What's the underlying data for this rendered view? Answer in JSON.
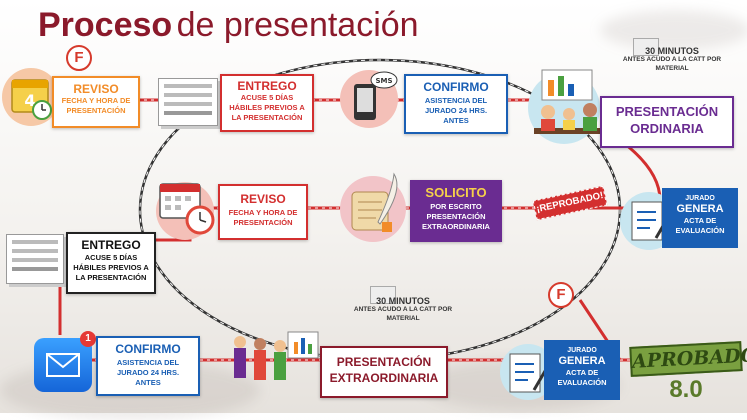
{
  "title": {
    "part1": "Proceso",
    "part2": "de presentación"
  },
  "steps": {
    "reviso1": {
      "title": "REVISO",
      "text": "FECHA Y HORA DE PRESENTACIÓN"
    },
    "entrego1": {
      "title": "ENTREGO",
      "text": "ACUSE 5 DÍAS HÁBILES PREVIOS A LA PRESENTACIÓN"
    },
    "confirmo1": {
      "title": "CONFIRMO",
      "text": "ASISTENCIA DEL JURADO 24 HRS. ANTES"
    },
    "ordinaria": {
      "title": "PRESENTACIÓN ORDINARIA"
    },
    "reviso2": {
      "title": "REVISO",
      "text": "FECHA Y HORA DE PRESENTACIÓN"
    },
    "solicito": {
      "title": "SOLICITO",
      "text": "POR ESCRITO PRESENTACIÓN EXTRAORDINARIA"
    },
    "entrego2": {
      "title": "ENTREGO",
      "text": "ACUSE 5 DÍAS HÁBILES PREVIOS A LA PRESENTACIÓN"
    },
    "confirmo2": {
      "title": "CONFIRMO",
      "text": "ASISTENCIA DEL JURADO 24 HRS. ANTES"
    },
    "extraordinaria": {
      "title": "PRESENTACIÓN EXTRAORDINARIA"
    }
  },
  "jurado1": {
    "label": "JURADO",
    "action": "GENERA",
    "text": "ACTA DE EVALUACIÓN"
  },
  "jurado2": {
    "label": "JURADO",
    "action": "GENERA",
    "text": "ACTA DE EVALUACIÓN"
  },
  "note1": {
    "time": "30 MINUTOS",
    "text": "ANTES ACUDO A LA CATT POR MATERIAL"
  },
  "note2": {
    "time": "30 MINUTOS",
    "text": "ANTES ACUDO A LA CATT POR MATERIAL"
  },
  "reprobado": "¡REPROBADO!",
  "aprobado": {
    "word": "APROBADO",
    "grade": "8.0"
  },
  "fail_marks": [
    "F",
    "F"
  ],
  "sms": "SMS",
  "mail_badge": "1",
  "colors": {
    "title": "#8b1a2b",
    "red": "#d32f2f",
    "orange": "#f28c28",
    "purple": "#6a2c91",
    "blue": "#1a5fb4",
    "green": "#5a7a2a"
  }
}
